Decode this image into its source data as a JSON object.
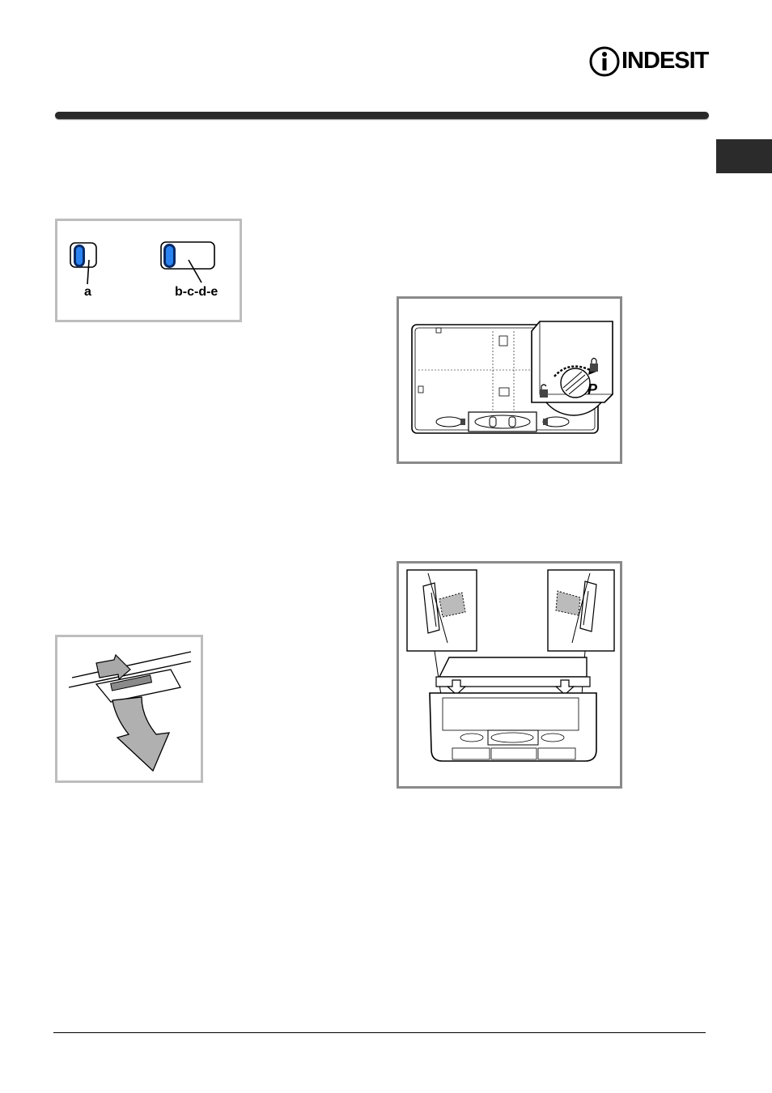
{
  "brand": {
    "name": "INDESIT",
    "icon": "indesit-i-logo-icon"
  },
  "figures": {
    "selector": {
      "label_a": "a",
      "label_bcde": "b-c-d-e"
    },
    "drawer_release": {
      "icon": "press-and-pull-arrows"
    },
    "panel_lock": {
      "label_p": "P",
      "icon": "padlock-icon"
    },
    "filter_grease": {
      "icon": "filter-clips"
    }
  },
  "colors": {
    "rule": "#2a2a2a",
    "tab": "#2b2b2b",
    "frame": "#9b9b9b",
    "indicator_blue": "#1f6fd1"
  }
}
